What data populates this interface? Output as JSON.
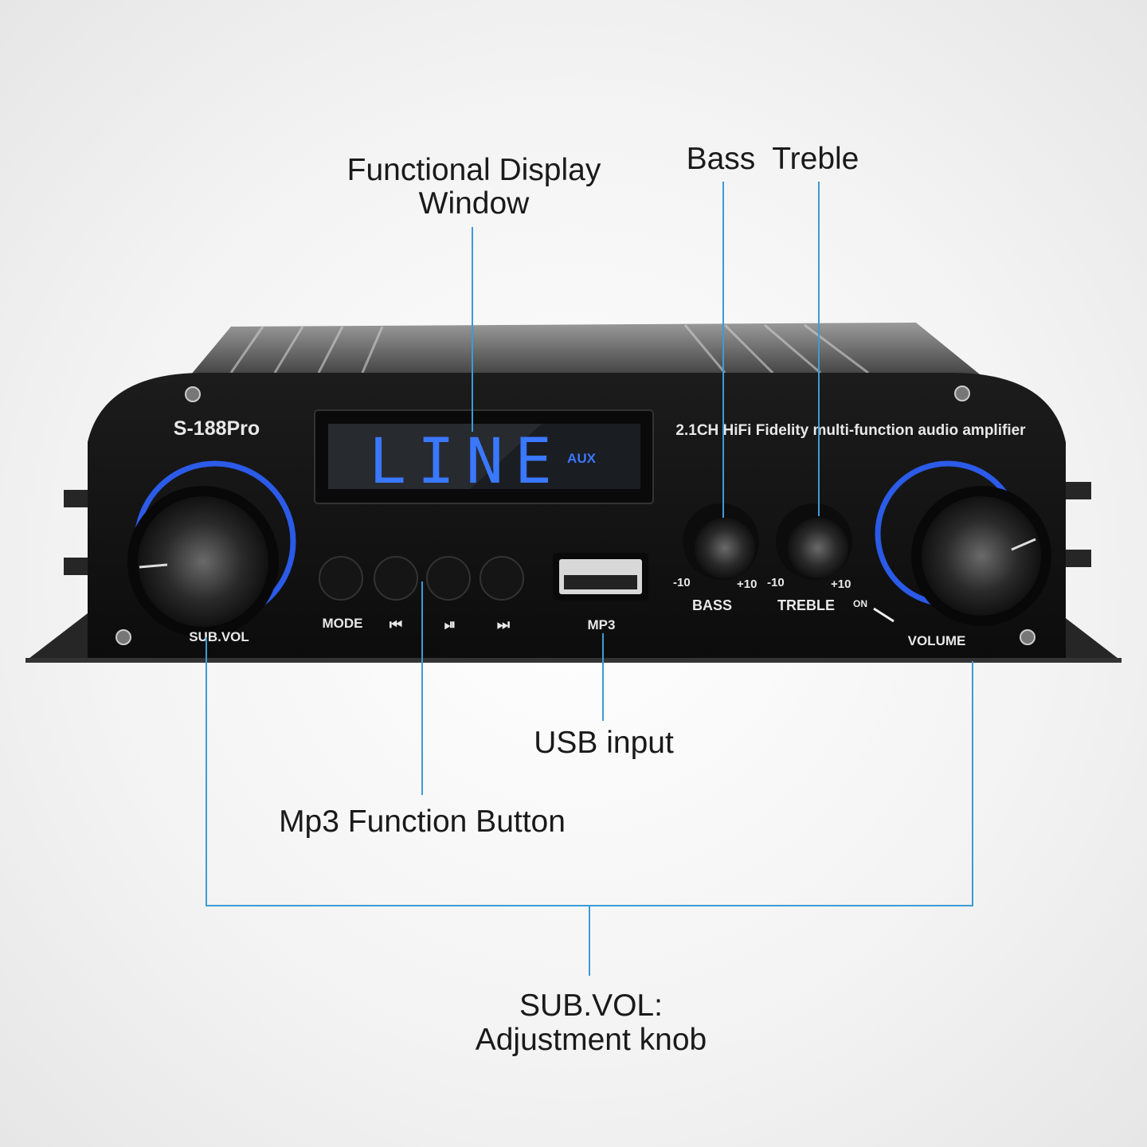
{
  "callouts": {
    "display": [
      "Functional Display",
      "Window"
    ],
    "bass_treble": "Bass  Treble",
    "usb": "USB input",
    "mp3_buttons": "Mp3 Function Button",
    "subvol": [
      "SUB.VOL:",
      "Adjustment knob"
    ]
  },
  "device": {
    "model": "S-188Pro",
    "tagline": "2.1CH HiFi Fidelity multi-function audio amplifier",
    "display_text": "LINE",
    "display_badge": "AUX",
    "buttons": [
      "MODE",
      "⏮",
      "⏯",
      "⏭"
    ],
    "usb_label": "MP3",
    "subvol_label": "SUB.VOL",
    "bass_label": "BASS",
    "treble_label": "TREBLE",
    "volume_label": "VOLUME",
    "on_label": "ON",
    "scale_min": "-10",
    "scale_max": "+10"
  },
  "colors": {
    "callout_line": "#3d9bd6",
    "led_blue": "#2f6bff"
  }
}
